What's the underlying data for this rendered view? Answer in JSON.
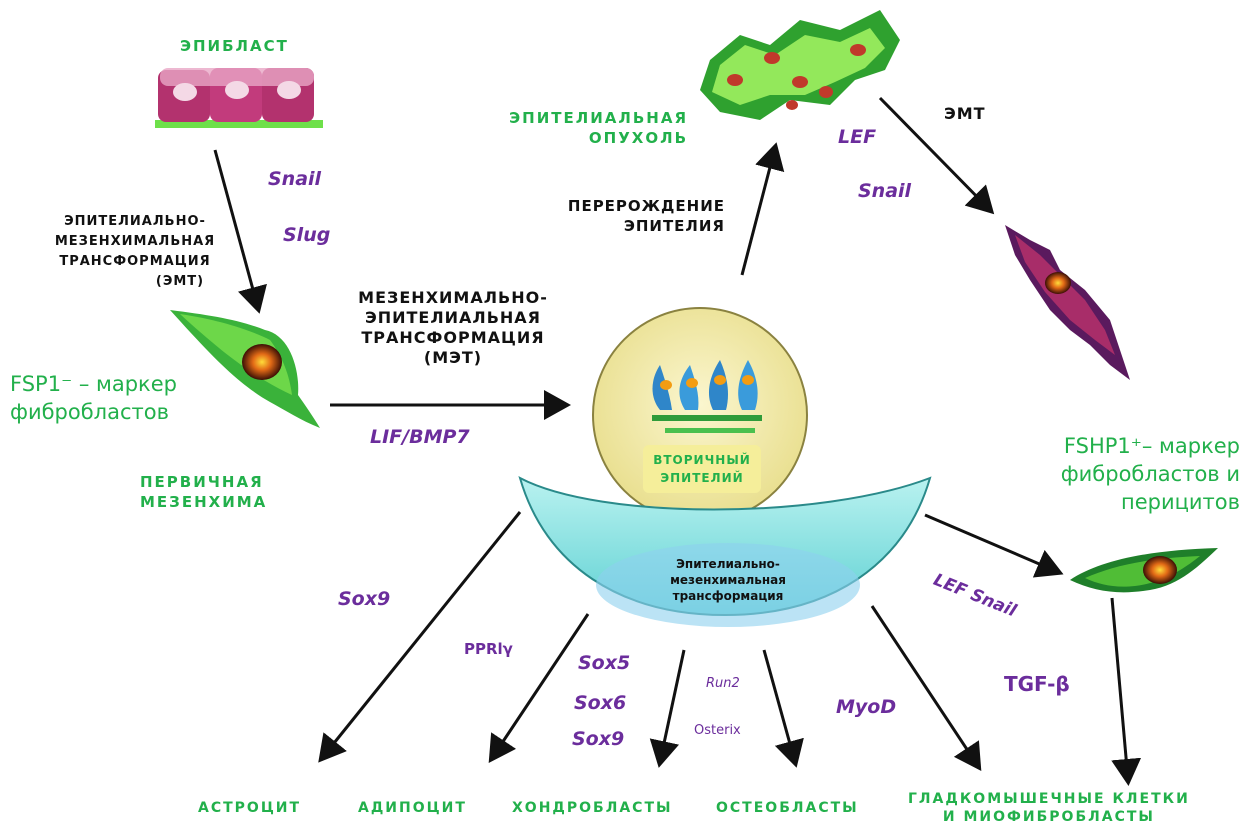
{
  "labels": {
    "epiblast": "ЭПИБЛАСТ",
    "emt_left_1": "ЭПИТЕЛИАЛЬНО-",
    "emt_left_2": "МЕЗЕНХИМАЛЬНАЯ",
    "emt_left_3": "ТРАНСФОРМАЦИЯ",
    "emt_left_4": "(ЭМТ)",
    "fsp1_1": "FSP1⁻ – маркер",
    "fsp1_2": "фибробластов",
    "primary_mes_1": "ПЕРВИЧНАЯ",
    "primary_mes_2": "МЕЗЕНХИМА",
    "met_1": "МЕЗЕНХИМАЛЬНО-",
    "met_2": "ЭПИТЕЛИАЛЬНАЯ",
    "met_3": "ТРАНСФОРМАЦИЯ",
    "met_4": "(МЭТ)",
    "degeneration_1": "ПЕРЕРОЖДЕНИЕ",
    "degeneration_2": "ЭПИТЕЛИЯ",
    "tumor_1": "ЭПИТЕЛИАЛЬНАЯ",
    "tumor_2": "ОПУХОЛЬ",
    "emt_right": "ЭМТ",
    "secondary_1": "ВТОРИЧНЫЙ",
    "secondary_2": "ЭПИТЕЛИЙ",
    "bowl_1": "Эпителиально-",
    "bowl_2": "мезенхимальная",
    "bowl_3": "трансформация",
    "fshp1_1": "FSHP1⁺– маркер",
    "fshp1_2": "фибробластов и",
    "fshp1_3": "перицитов"
  },
  "factors": {
    "snail_left": "Snail",
    "slug": "Slug",
    "lif_bmp7": "LIF/BMP7",
    "lef_top": "LEF",
    "snail_top": "Snail",
    "sox9_left": "Sox9",
    "ppar": "PPRlγ",
    "sox5": "Sox5",
    "sox6": "Sox6",
    "sox9_mid": "Sox9",
    "runx2": "Run2",
    "osterix": "Osterix",
    "myod": "MyoD",
    "lef_snail": "LEF Snail",
    "tgf": "TGF-β"
  },
  "outcomes": {
    "astrocyte": "АСТРОЦИТ",
    "adipocyte": "АДИПОЦИТ",
    "chondro": "ХОНДРОБЛАСТЫ",
    "osteo": "ОСТЕОБЛАСТЫ",
    "smooth_1": "ГЛАДКОМЫШЕЧНЫЕ КЛЕТКИ",
    "smooth_2": "И МИОФИБРОБЛАСТЫ"
  },
  "colors": {
    "green": "#22b04b",
    "purple": "#6b2d9c",
    "circle_fill": "#f3eba8",
    "bowl_fill": "#7fe0e0"
  }
}
